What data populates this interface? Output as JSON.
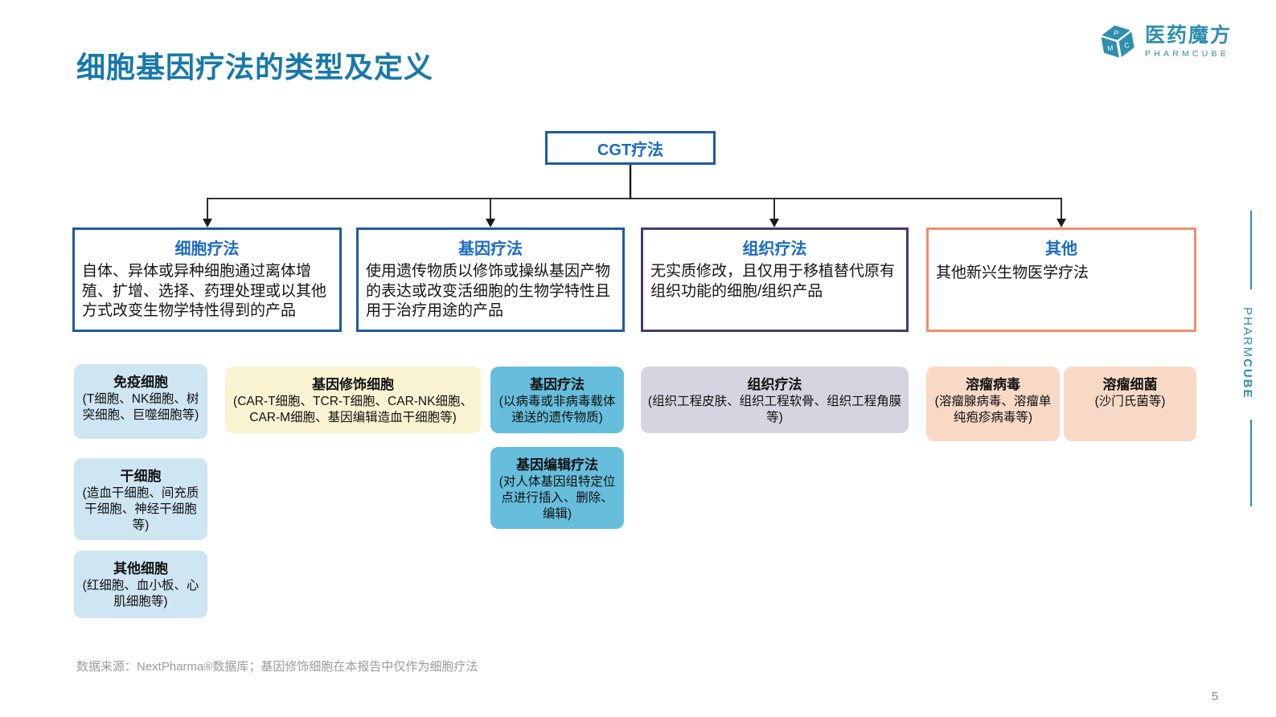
{
  "page": {
    "title": "细胞基因疗法的类型及定义",
    "footer": "数据来源：NextPharma®数据库；基因修饰细胞在本报告中仅作为细胞疗法",
    "page_number": "5"
  },
  "brand": {
    "logo_cn": "医药魔方",
    "logo_en": "PHARMCUBE",
    "cube_letters": {
      "top": "P",
      "left": "M",
      "right": "C"
    },
    "rail_text_light": "PHARM",
    "rail_text_bold": "CUBE"
  },
  "colors": {
    "title_teal": "#1779A9",
    "brand_teal": "#2E8FAE",
    "box_title_blue": "#1B6BC2",
    "border_blue": "#1E5C9E",
    "border_purple": "#4B3869",
    "border_orange": "#EE8F6B",
    "fill_light_blue": "#CEE5F2",
    "fill_cream": "#FAF3D1",
    "fill_teal": "#66BEDC",
    "fill_lavender": "#D8D3E1",
    "fill_peach": "#F8D9C6"
  },
  "tree": {
    "root": {
      "label": "CGT疗法"
    },
    "branches": [
      {
        "title": "细胞疗法",
        "definition": "自体、异体或异种细胞通过离体增殖、扩增、选择、药理处理或以其他方式改变生物学特性得到的产品",
        "subtypes": [
          {
            "title": "免疫细胞",
            "detail": "(T细胞、NK细胞、树突细胞、巨噬细胞等)"
          },
          {
            "title": "干细胞",
            "detail": "(造血干细胞、间充质干细胞、神经干细胞等)"
          },
          {
            "title": "其他细胞",
            "detail": "(红细胞、血小板、心肌细胞等)"
          },
          {
            "title": "基因修饰细胞",
            "detail": "(CAR-T细胞、TCR-T细胞、CAR-NK细胞、CAR-M细胞、基因编辑造血干细胞等)"
          }
        ]
      },
      {
        "title": "基因疗法",
        "definition": "使用遗传物质以修饰或操纵基因产物的表达或改变活细胞的生物学特性且用于治疗用途的产品",
        "subtypes": [
          {
            "title": "基因疗法",
            "detail": "(以病毒或非病毒载体递送的遗传物质)"
          },
          {
            "title": "基因编辑疗法",
            "detail": "(对人体基因组特定位点进行插入、删除、编辑)"
          }
        ]
      },
      {
        "title": "组织疗法",
        "definition": "无实质修改，且仅用于移植替代原有组织功能的细胞/组织产品",
        "subtypes": [
          {
            "title": "组织疗法",
            "detail": "(组织工程皮肤、组织工程软骨、组织工程角膜等)"
          }
        ]
      },
      {
        "title": "其他",
        "definition": "其他新兴生物医学疗法",
        "subtypes": [
          {
            "title": "溶瘤病毒",
            "detail": "(溶瘤腺病毒、溶瘤单纯疱疹病毒等)"
          },
          {
            "title": "溶瘤细菌",
            "detail": "(沙门氏菌等)"
          }
        ]
      }
    ]
  }
}
